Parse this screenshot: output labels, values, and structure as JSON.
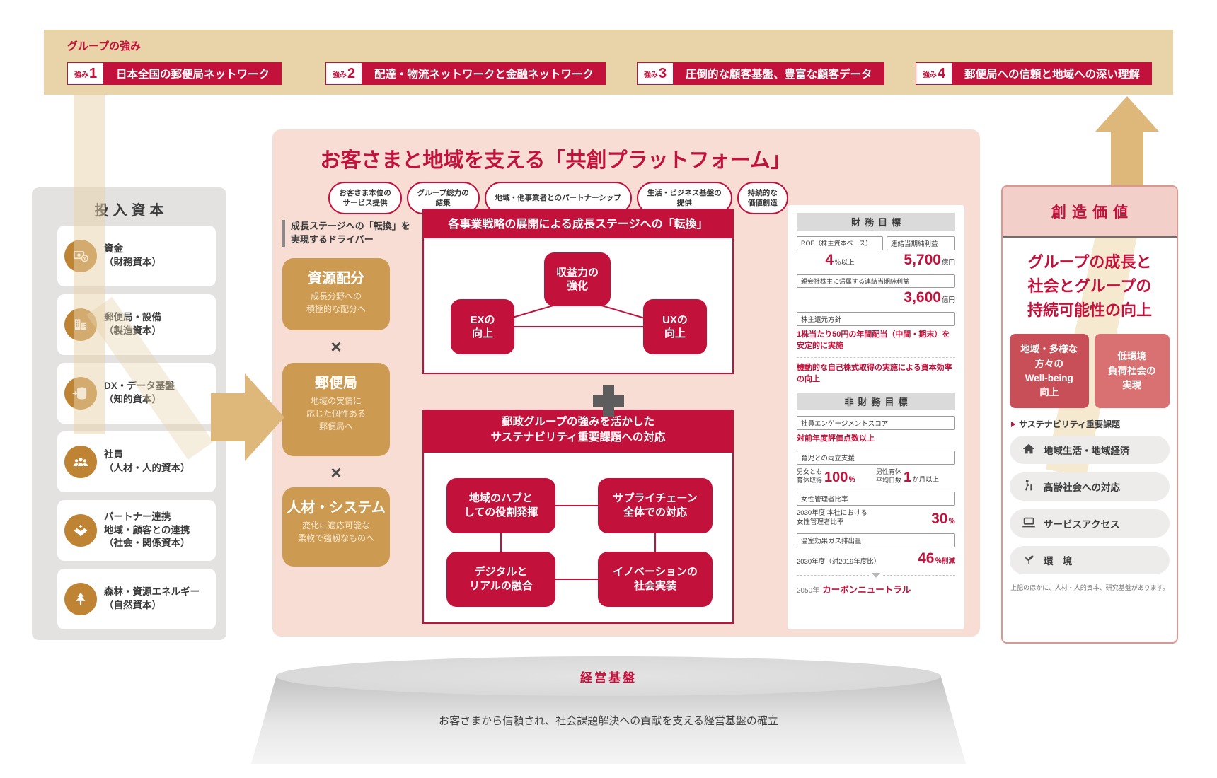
{
  "colors": {
    "accent_red": "#c2113a",
    "strip_tan": "#e9d3a9",
    "arrow_tan": "#ddb87a",
    "driver_tan": "#cd9a52",
    "icon_brown": "#bf8433",
    "panel_pink": "#f8ddd5",
    "header_pink": "#f2cfc9",
    "value_red_box": "#c84f57",
    "value_red_box_light": "#d97173"
  },
  "strengths_bar": {
    "label": "グループの強み",
    "prefix": "強み",
    "items": [
      {
        "num": "1",
        "text": "日本全国の郵便局ネットワーク"
      },
      {
        "num": "2",
        "text": "配達・物流ネットワークと金融ネットワーク"
      },
      {
        "num": "3",
        "text": "圧倒的な顧客基盤、豊富な顧客データ"
      },
      {
        "num": "4",
        "text": "郵便局への信頼と地域への深い理解"
      }
    ]
  },
  "input_capital": {
    "title": "投入資本",
    "items": [
      {
        "icon": "money-icon",
        "lines": [
          "資金",
          "（財務資本）"
        ]
      },
      {
        "icon": "building-icon",
        "lines": [
          "郵便局・設備",
          "（製造資本）"
        ]
      },
      {
        "icon": "database-icon",
        "lines": [
          "DX・データ基盤",
          "（知的資本）"
        ]
      },
      {
        "icon": "people-icon",
        "lines": [
          "社員",
          "（人材・人的資本）"
        ]
      },
      {
        "icon": "handshake-icon",
        "lines": [
          "パートナー連携",
          "地域・顧客との連携",
          "（社会・関係資本）"
        ]
      },
      {
        "icon": "tree-icon",
        "lines": [
          "森林・資源エネルギー",
          "（自然資本）"
        ]
      }
    ]
  },
  "platform": {
    "title": "お客さまと地域を支える「共創プラットフォーム」",
    "pills": [
      {
        "lines": [
          "お客さま本位の",
          "サービス提供"
        ]
      },
      {
        "lines": [
          "グループ総力の",
          "結集"
        ]
      },
      {
        "lines": [
          "地域・他事業者とのパートナーシップ"
        ]
      },
      {
        "lines": [
          "生活・ビジネス基盤の",
          "提供"
        ]
      },
      {
        "lines": [
          "持続的な",
          "価値創造"
        ]
      }
    ]
  },
  "drivers": {
    "header_lines": [
      "成長ステージへの「転換」を",
      "実現するドライバー"
    ],
    "multiply": "×",
    "items": [
      {
        "title": "資源配分",
        "desc_lines": [
          "成長分野への",
          "積極的な配分へ"
        ]
      },
      {
        "title": "郵便局",
        "desc_lines": [
          "地域の実情に",
          "応じた個性ある",
          "郵便局へ"
        ]
      },
      {
        "title": "人材・システム",
        "desc_lines": [
          "変化に適応可能な",
          "柔軟で強靱なものへ"
        ]
      }
    ]
  },
  "growth_box": {
    "header": "各事業戦略の展開による成長ステージへの「転換」",
    "nodes": [
      {
        "lines": [
          "収益力の",
          "強化"
        ]
      },
      {
        "lines": [
          "EXの",
          "向上"
        ]
      },
      {
        "lines": [
          "UXの",
          "向上"
        ]
      }
    ]
  },
  "sustainability_box": {
    "header_lines": [
      "郵政グループの強みを活かした",
      "サステナビリティ重要課題への対応"
    ],
    "boxes": [
      {
        "lines": [
          "地域のハブと",
          "しての役割発揮"
        ]
      },
      {
        "lines": [
          "サプライチェーン",
          "全体での対応"
        ]
      },
      {
        "lines": [
          "デジタルと",
          "リアルの融合"
        ]
      },
      {
        "lines": [
          "イノベーションの",
          "社会実装"
        ]
      }
    ]
  },
  "targets": {
    "financial": {
      "title": "財務目標",
      "roe_label": "ROE（株主資本ベース）",
      "roe_value": "4",
      "roe_unit": "％以上",
      "net_income_label": "連結当期純利益",
      "net_income_value": "5,700",
      "net_income_unit": "億円",
      "parent_label": "親会社株主に帰属する連結当期純利益",
      "parent_value": "3,600",
      "parent_unit": "億円",
      "shareholder_label": "株主還元方針",
      "shareholder_note1": "1株当たり50円の年間配当（中間・期末）を安定的に実施",
      "shareholder_note2": "機動的な自己株式取得の実施による資本効率の向上"
    },
    "non_financial": {
      "title": "非財務目標",
      "engagement_label": "社員エンゲージメントスコア",
      "engagement_value": "対前年度評価点数以上",
      "childcare_label": "育児との両立支援",
      "cc_left_lines": [
        "男女とも",
        "育休取得"
      ],
      "cc_left_value": "100",
      "cc_left_unit": "％",
      "cc_right_lines": [
        "男性育休",
        "平均日数"
      ],
      "cc_right_value": "1",
      "cc_right_unit": "か月以上",
      "women_label": "女性管理者比率",
      "women_desc_lines": [
        "2030年度 本社における",
        "女性管理者比率"
      ],
      "women_value": "30",
      "women_unit": "％",
      "ghg_label": "温室効果ガス排出量",
      "ghg_desc": "2030年度（対2019年度比）",
      "ghg_value": "46",
      "ghg_unit": "％削減",
      "carbon_year": "2050年",
      "carbon_text": "カーボンニュートラル"
    }
  },
  "created_value": {
    "title": "創造価値",
    "statement_lines": [
      "グループの成長と",
      "社会とグループの",
      "持続可能性の向上"
    ],
    "boxes": [
      {
        "lines": [
          "地域・多様な",
          "方々の",
          "Well-being",
          "向上"
        ]
      },
      {
        "lines": [
          "低環境",
          "負荷社会の",
          "実現"
        ]
      }
    ],
    "sus_header": "サステナビリティ重要課題",
    "sus_items": [
      {
        "icon": "house-icon",
        "label": "地域生活・地域経済"
      },
      {
        "icon": "elderly-icon",
        "label": "高齢社会への対応"
      },
      {
        "icon": "laptop-icon",
        "label": "サービスアクセス"
      },
      {
        "icon": "sprout-icon",
        "label": "環　境"
      }
    ],
    "note": "上記のほかに、人材・人的資本、研究基盤があります。"
  },
  "foundation": {
    "title": "経営基盤",
    "desc": "お客さまから信頼され、社会課題解決への貢献を支える経営基盤の確立"
  }
}
